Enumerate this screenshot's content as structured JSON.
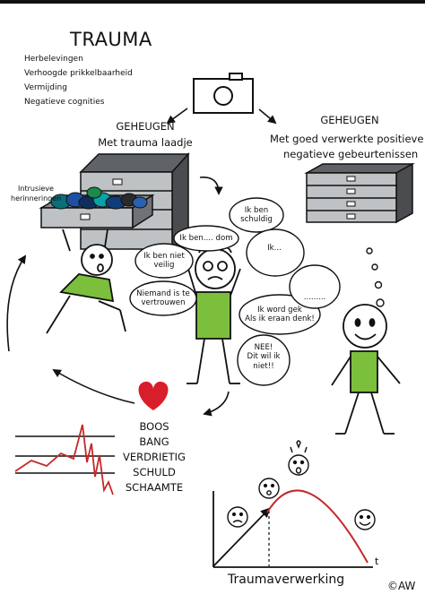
{
  "title": "TRAUMA",
  "symptoms": [
    "Herbelevingen",
    "Verhoogde prikkelbaarheid",
    "Vermijding",
    "Negatieve cognities"
  ],
  "memory_left": {
    "heading": "GEHEUGEN",
    "subheading": "Met trauma laadje"
  },
  "memory_right": {
    "heading": "GEHEUGEN",
    "subheading_line1": "Met goed verwerkte positieve en",
    "subheading_line2": "negatieve gebeurtenissen"
  },
  "drawer_label": {
    "line1": "Intrusieve",
    "line2": "herinneringen"
  },
  "thought_bubbles": {
    "guilty": [
      "Ik ben",
      "schuldig"
    ],
    "dumb": [
      "Ik ben.... dom"
    ],
    "ik": [
      "Ik..."
    ],
    "unsafe": [
      "Ik ben niet",
      "veilig"
    ],
    "trust": [
      "Niemand is te",
      "vertrouwen"
    ],
    "crazy": [
      "Ik word gek",
      "Als ik eraan denk!"
    ],
    "no": [
      "NEE!",
      "Dit wil ik",
      "niet!!"
    ],
    "dots": [
      "........."
    ]
  },
  "emotions": [
    "BOOS",
    "BANG",
    "VERDRIETIG",
    "SCHULD",
    "SCHAAMTE"
  ],
  "graph": {
    "title": "Traumaverwerking",
    "x_label": "t"
  },
  "watermark": "©AW",
  "colors": {
    "shirt": "#7bbf3c",
    "heart": "#d81e2a",
    "curve": "#c62828",
    "drawer_body": "#5f6266",
    "drawer_light": "#bfc2c5"
  }
}
